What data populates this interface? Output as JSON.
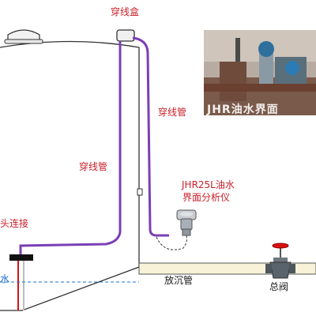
{
  "labels": {
    "junction_box": "穿线盒",
    "conduit_right": "穿线管",
    "conduit_left": "穿线管",
    "instrument_name": "JHR25L油水",
    "instrument_name_line2": "界面分析仪",
    "connector": "头连接",
    "settling_pipe": "放沉管",
    "main_valve": "总阀",
    "water": "水"
  },
  "photo": {
    "caption": "JHR油水界面"
  },
  "colors": {
    "conduit": "#7b3fb5",
    "label_red": "#c8202a",
    "water": "#1e6fd0",
    "tank_line": "#333333",
    "pipe_fill": "#f7f2d8"
  }
}
